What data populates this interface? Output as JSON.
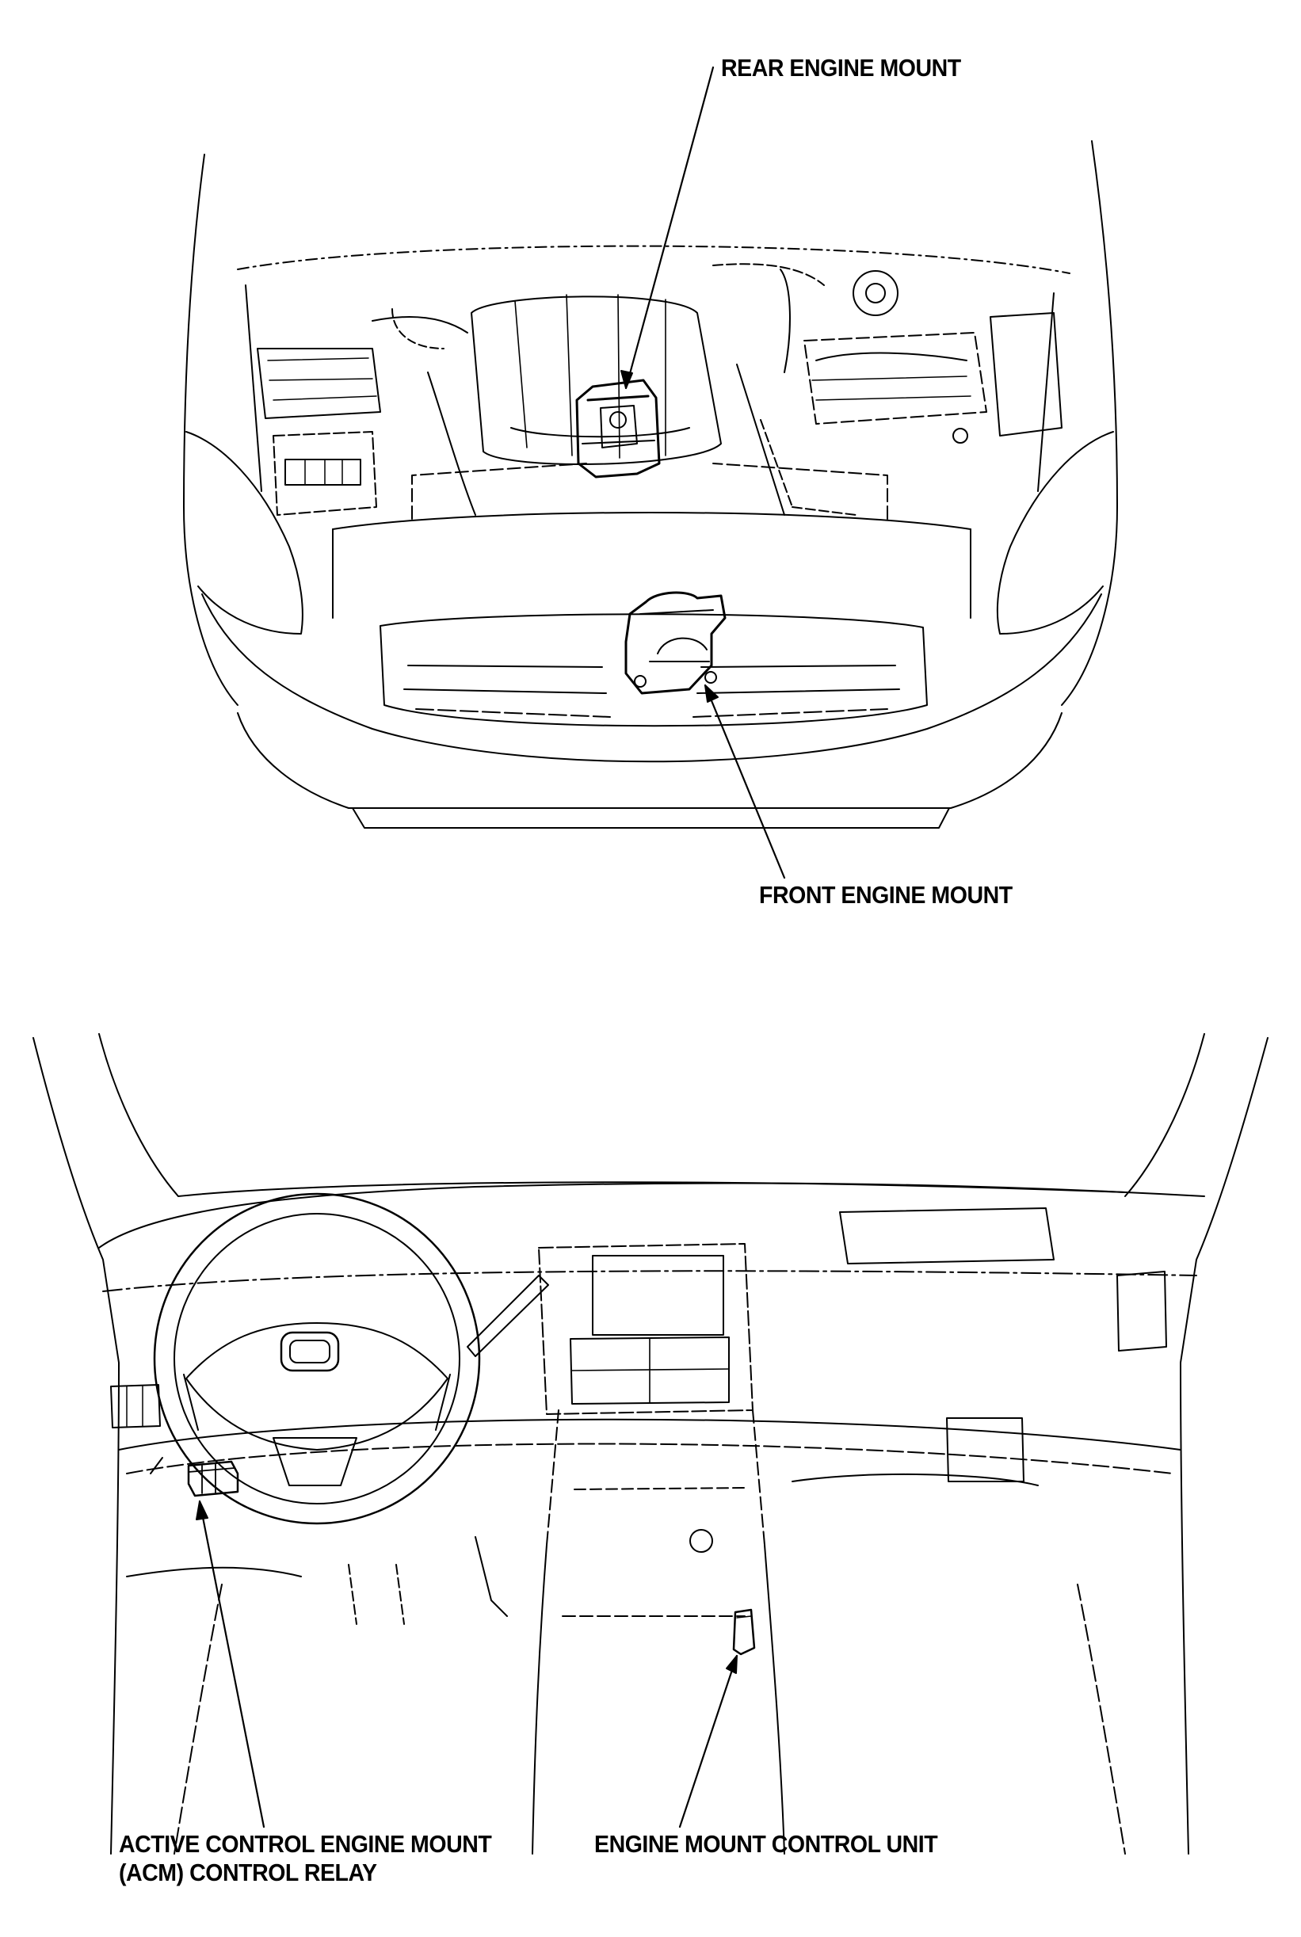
{
  "labels": {
    "rear_engine_mount": "REAR ENGINE MOUNT",
    "front_engine_mount": "FRONT ENGINE MOUNT",
    "acm_relay_line1": "ACTIVE CONTROL ENGINE MOUNT",
    "acm_relay_line2": "(ACM) CONTROL RELAY",
    "engine_mount_control_unit": "ENGINE MOUNT CONTROL UNIT"
  },
  "colors": {
    "ink": "#000000",
    "background": "#ffffff"
  }
}
